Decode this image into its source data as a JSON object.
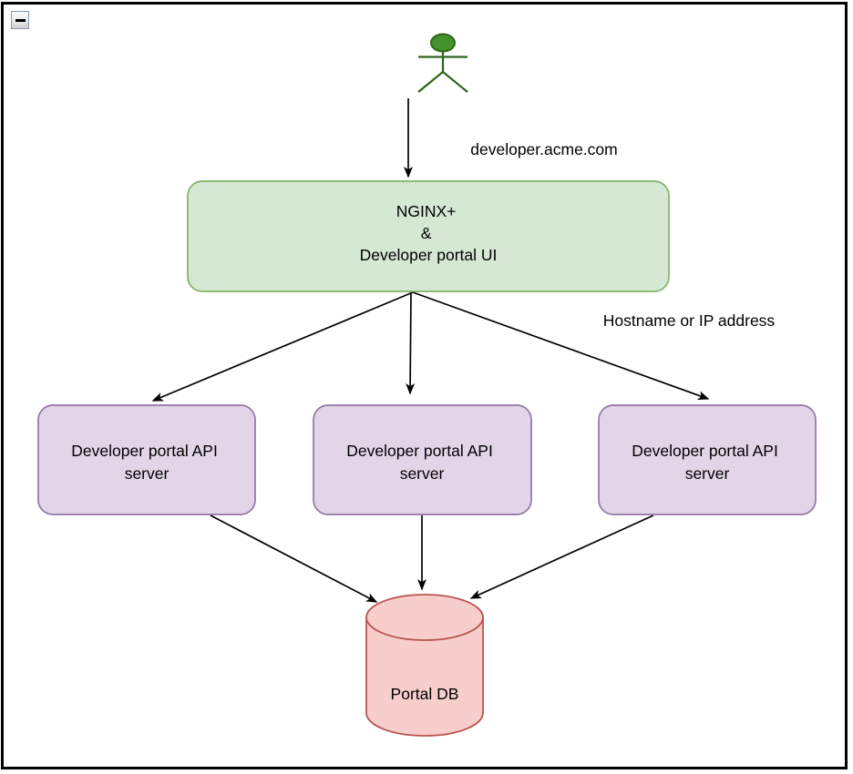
{
  "window": {
    "collapse_icon": "minus"
  },
  "colors": {
    "arrow": "#000000",
    "gateway_fill": "#d5e8d4",
    "gateway_stroke": "#82b366",
    "api_server_fill": "#e1d5e7",
    "api_server_stroke": "#9673a6",
    "database_fill": "#f8cecc",
    "database_stroke": "#b85450",
    "actor_fill": "#43932b",
    "actor_stroke": "#2d661b"
  },
  "diagram": {
    "edge_labels": {
      "user_request": "developer.acme.com",
      "load_balancing": "Hostname or IP address"
    },
    "gateway": {
      "line1": "NGINX+",
      "line2": "&",
      "line3": "Developer portal UI"
    },
    "api_servers": [
      {
        "line1": "Developer portal API",
        "line2": "server"
      },
      {
        "line1": "Developer portal API",
        "line2": "server"
      },
      {
        "line1": "Developer portal API",
        "line2": "server"
      }
    ],
    "database": {
      "label": "Portal DB"
    }
  }
}
